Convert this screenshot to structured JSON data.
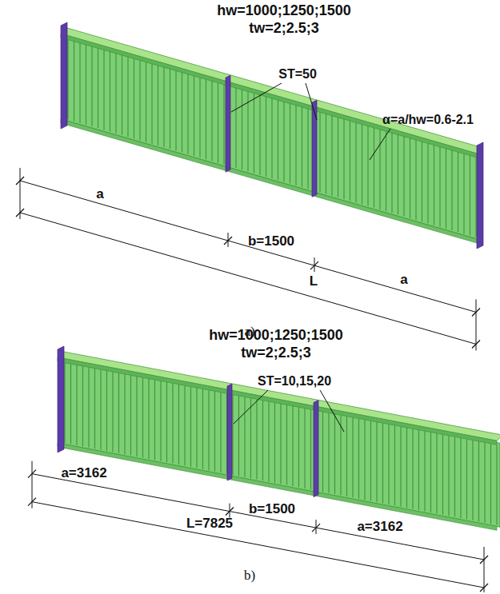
{
  "diagram": {
    "labels": [
      "hw=1000;1250;1500",
      "tw=2;2.5;3",
      "ST=50",
      "α=a/hw=0.6-2.1",
      "a",
      "b=1500",
      "L",
      "a",
      "a)",
      "hw=1000;1250;1500",
      "tw=2;2.5;3",
      "ST=10,15,20",
      "a=3162",
      "b=1500",
      "L=7825",
      "a=3162",
      "b)"
    ]
  }
}
